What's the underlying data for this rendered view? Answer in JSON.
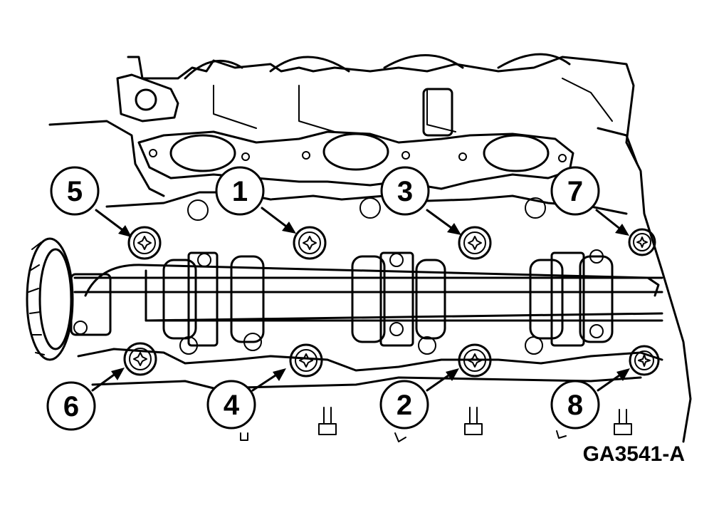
{
  "figure": {
    "id_label": "GA3541-A",
    "line_color": "#000000",
    "background": "#ffffff"
  },
  "callouts": [
    {
      "key": "1",
      "label": "1"
    },
    {
      "key": "2",
      "label": "2"
    },
    {
      "key": "3",
      "label": "3"
    },
    {
      "key": "4",
      "label": "4"
    },
    {
      "key": "5",
      "label": "5"
    },
    {
      "key": "6",
      "label": "6"
    },
    {
      "key": "7",
      "label": "7"
    },
    {
      "key": "8",
      "label": "8"
    }
  ],
  "icons": {
    "bolt": "torx-bolt-icon",
    "arrow": "leader-arrow-icon"
  }
}
